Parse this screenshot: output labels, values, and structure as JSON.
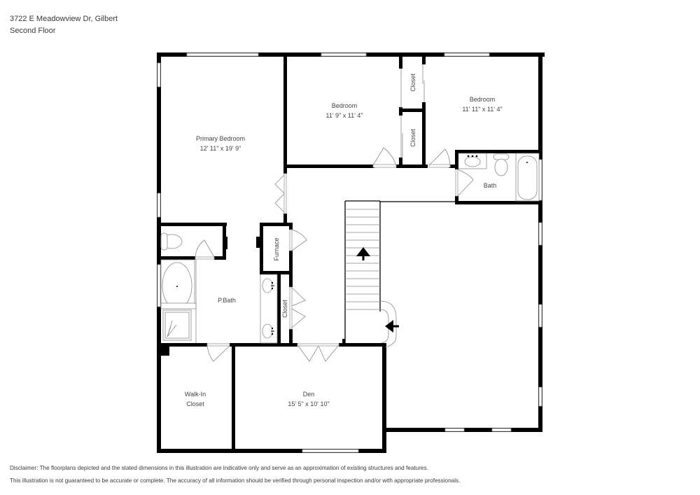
{
  "header": {
    "address": "3722 E Meadowview Dr, Gilbert",
    "floor": "Second Floor"
  },
  "rooms": {
    "primary_bedroom": {
      "name": "Primary Bedroom",
      "dims": "12' 11\" x 19' 9\""
    },
    "bedroom_1": {
      "name": "Bedroom",
      "dims": "11' 9\" x 11' 4\""
    },
    "bedroom_2": {
      "name": "Bedroom",
      "dims": "11' 11\" x 11' 4\""
    },
    "closet_top": {
      "name": "Closet"
    },
    "closet_mid": {
      "name": "Closet"
    },
    "bath": {
      "name": "Bath"
    },
    "furnace": {
      "name": "Furnace"
    },
    "p_bath": {
      "name": "P.Bath"
    },
    "closet_hall": {
      "name": "Closet"
    },
    "walk_in_closet": {
      "line1": "Walk-In",
      "line2": "Closet"
    },
    "den": {
      "name": "Den",
      "dims": "15' 5\" x 10' 10\""
    }
  },
  "footer": {
    "disclaimer_1": "Disclaimer: The floorplans depicted and the stated dimensions in this illustration are indicative only and serve as an approximation of existing structures and features.",
    "disclaimer_2": "This illustration is not guaranteed to be accurate or complete. The accuracy of all information should be verified through personal inspection and/or with appropriate professionals."
  },
  "colors": {
    "wall": "#000000",
    "text": "#444444",
    "fixture_line": "#8a8a8a",
    "background": "#ffffff"
  }
}
